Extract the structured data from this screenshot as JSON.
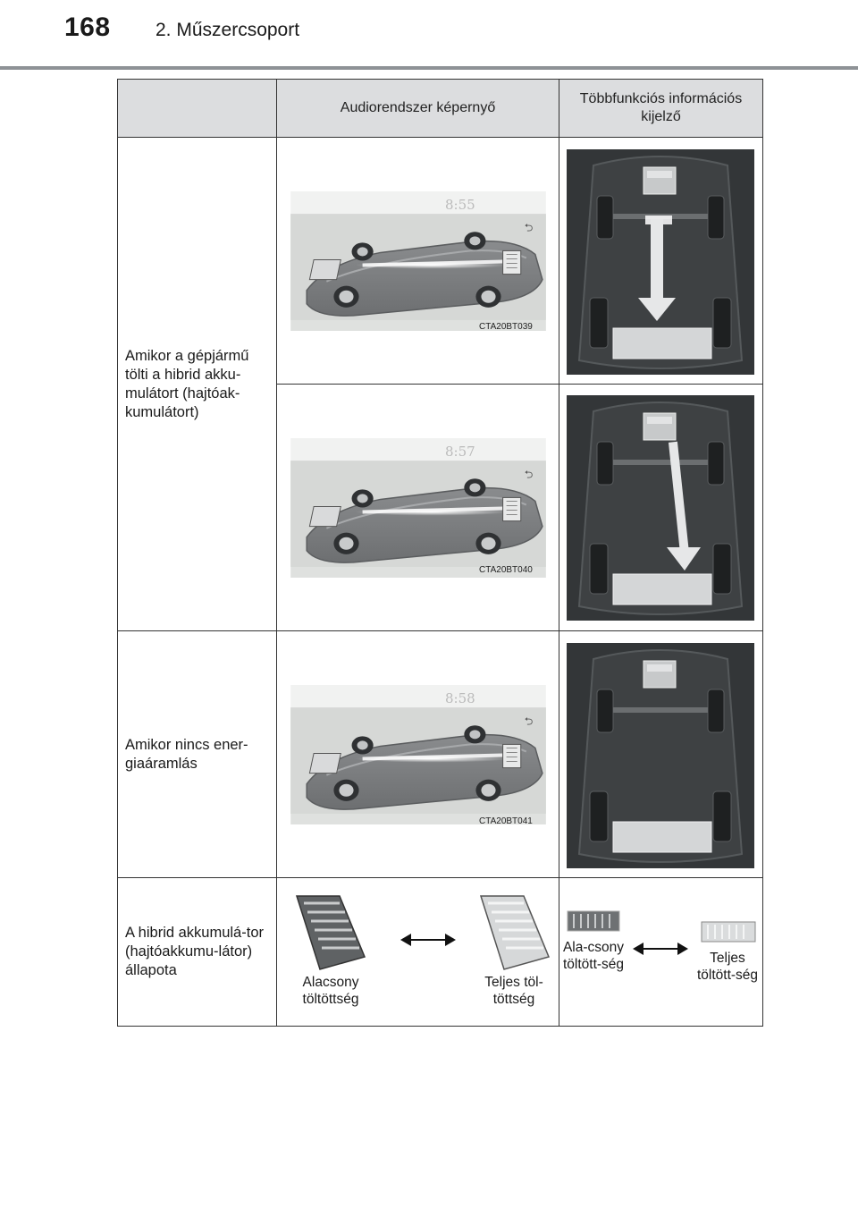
{
  "header": {
    "page_number": "168",
    "chapter": "2. Műszercsoport"
  },
  "table": {
    "col_audio": "Audiorendszer képernyő",
    "col_multi": "Többfunkciós információs kijelző",
    "row_charging_label": "Amikor a gépjármű tölti a hibrid akku-mulátort (hajtóak-kumulátort)",
    "row_noflow_label": "Amikor nincs ener-giaáramlás",
    "row_battery_label": "A hibrid akkumulá-tor (hajtóakkumu-látor) állapota",
    "shots": [
      {
        "time": "8:55",
        "code": "CTA20BT039"
      },
      {
        "time": "8:57",
        "code": "CTA20BT040"
      },
      {
        "time": "8:58",
        "code": "CTA20BT041"
      }
    ],
    "battery_low_audio": "Alacsony töltöttség",
    "battery_full_audio": "Teljes töl-töttség",
    "battery_low_mid": "Ala-csony töltött-ség",
    "battery_full_mid": "Teljes töltött-ség"
  }
}
